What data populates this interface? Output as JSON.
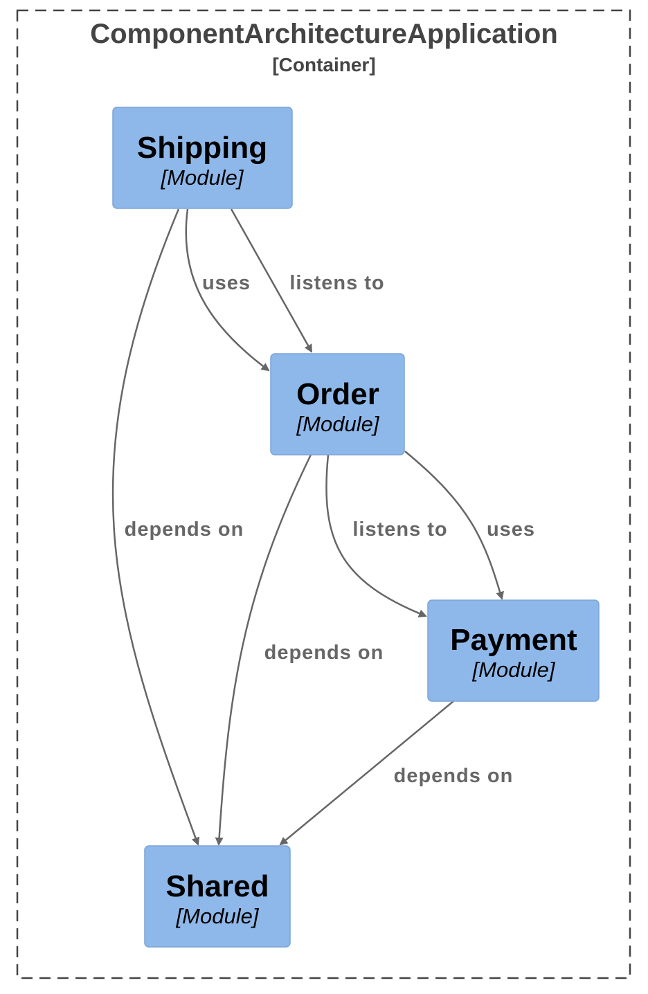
{
  "boundary": {
    "title": "ComponentArchitectureApplication",
    "type": "[Container]"
  },
  "colors": {
    "node_fill": "#8fb8ea",
    "node_stroke": "#7aa3d8",
    "edge": "#666666",
    "boundary_stroke": "#444444",
    "text_dark": "#000000",
    "label_text": "#666666"
  },
  "nodes": {
    "shipping": {
      "name": "Shipping",
      "type": "[Module]"
    },
    "order": {
      "name": "Order",
      "type": "[Module]"
    },
    "payment": {
      "name": "Payment",
      "type": "[Module]"
    },
    "shared": {
      "name": "Shared",
      "type": "[Module]"
    }
  },
  "edges": {
    "shipping_order_uses": "uses",
    "shipping_order_listens": "listens to",
    "shipping_shared": "depends on",
    "order_shared": "depends on",
    "order_payment_listens": "listens to",
    "order_payment_uses": "uses",
    "payment_shared": "depends on"
  }
}
